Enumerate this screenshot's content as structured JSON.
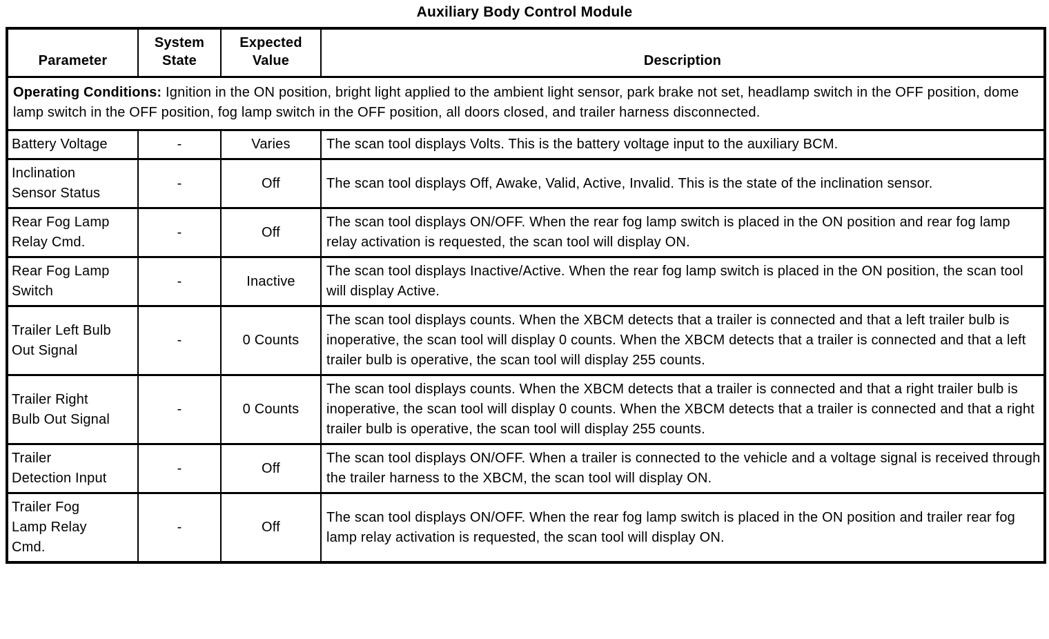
{
  "title": "Auxiliary Body Control Module",
  "table": {
    "columns": [
      "Parameter",
      "System\nState",
      "Expected\nValue",
      "Description"
    ],
    "operating_conditions": {
      "label": "Operating Conditions:",
      "text": " Ignition in the ON position, bright light applied to the ambient light sensor, park brake not set, headlamp switch in the OFF position, dome lamp switch in the OFF position, fog lamp switch in the OFF position, all doors closed, and trailer harness disconnected."
    },
    "rows": [
      {
        "parameter": "Battery Voltage",
        "system_state": "-",
        "expected_value": "Varies",
        "description": "The scan tool displays Volts. This is the battery voltage input to the auxiliary BCM."
      },
      {
        "parameter": "Inclination\nSensor Status",
        "system_state": "-",
        "expected_value": "Off",
        "description": "The scan tool displays Off, Awake, Valid, Active, Invalid. This is the state of the inclination sensor."
      },
      {
        "parameter": "Rear Fog Lamp\nRelay Cmd.",
        "system_state": "-",
        "expected_value": "Off",
        "description": "The scan tool displays ON/OFF. When the rear fog lamp switch is placed in the ON position and rear fog lamp relay activation is requested, the scan tool will display ON."
      },
      {
        "parameter": "Rear Fog Lamp\nSwitch",
        "system_state": "-",
        "expected_value": "Inactive",
        "description": "The scan tool displays Inactive/Active. When the rear fog lamp switch is placed in the ON position, the scan tool will display Active."
      },
      {
        "parameter": "Trailer Left Bulb\nOut Signal",
        "system_state": "-",
        "expected_value": "0 Counts",
        "description": "The scan tool displays counts. When the XBCM detects that a trailer is connected and that a left trailer bulb is inoperative, the scan tool will display 0 counts. When the XBCM detects that a trailer is connected and that a left trailer bulb is operative, the scan tool will display 255 counts."
      },
      {
        "parameter": "Trailer Right\nBulb Out Signal",
        "system_state": "-",
        "expected_value": "0 Counts",
        "description": "The scan tool displays counts. When the XBCM detects that a trailer is connected and that a right trailer bulb is inoperative, the scan tool will display 0 counts. When the XBCM detects that a trailer is connected and that a right trailer bulb is operative, the scan tool will display 255 counts."
      },
      {
        "parameter": "Trailer\nDetection Input",
        "system_state": "-",
        "expected_value": "Off",
        "description": "The scan tool displays ON/OFF. When a trailer is connected to the vehicle and a voltage signal is received through the trailer harness to the XBCM, the scan tool will display ON."
      },
      {
        "parameter": "Trailer Fog\nLamp Relay\nCmd.",
        "system_state": "-",
        "expected_value": "Off",
        "description": "The scan tool displays ON/OFF. When the rear fog lamp switch is placed in the ON position and trailer rear fog lamp relay activation is requested, the scan tool will display ON."
      }
    ]
  }
}
